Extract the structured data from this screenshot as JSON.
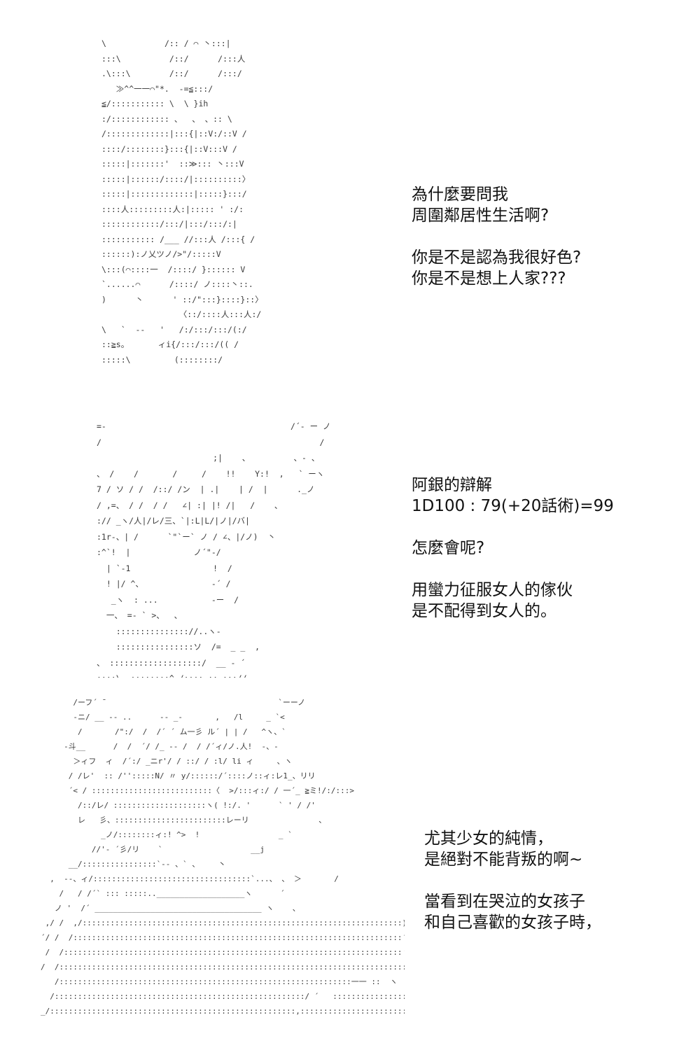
{
  "panels": [
    {
      "art": "\\            /:: / ⌒ 丶:::|\n:::\\          /::/      /:::人\n.\\:::\\        /::/      /:::/\n   ≫^^一一⌒\"*.  -=≦:::/\n≦/::::::::::: \\  \\ }ih\n:/:::::::::::: 、  、 、:: \\\n/:::::::::::::|:::{|::V:/::V /\n::::/::::::::}:::{|::V:::V /\n:::::|:::::::'  ::≫::: 丶:::V\n:::::|::::::/::::/|::::::::::〉\n:::::|:::::::::::::|:::::}:::/\n::::人:::::::::人:|::::: ' :/:\n::::::::::::/:::/|:::/:::/:|\n::::::::::: /___ //:::人 /:::{ /\n::::::):ノ乂ツノ/>\"/:::::V\n\\:::(⌒::::一  /::::/ }:::::: V\n`......⌒      /::::/ ノ::::丶::.\n)      丶      ' ::/\":::}::::}::〉\n                〈::/::::人:::人:/\n\\   `  --   '   /:/:::/:::/(:/\n::≧s。      ィi{/:::/:::/(( /\n:::::\\         (::::::::/",
      "lines": [
        "為什麼要問我",
        "周圍鄰居性生活啊?",
        "",
        "你是不是認為我很好色?",
        "你是不是想上人家???"
      ]
    },
    {
      "art": "=-                                      /´- ー ノ\n/                                             /\n                        ;|    、         、- 、\n、 /    /       /     /    !!    Y:!  ,   ` ーヽ\n7 / ソ / /  /::/ /ン  | .|    | /  |      ._ノ\n/ ,=、 / /  / /   ∠| :| |! /|   /    、\n:// _ヽ/人|/レ/三、`|:L|L/|ノ|/バ|\n:1r-、| /      `\"`ー` ノ / ∠、|/ノ)  丶\n:^`!  |             ノ´\"-/\n  | `-1                 !  /\n  ! |/ ^、              -´ /\n   _ヽ  : ...           -ー  /\n  一、 =- ` >、  、\n    ::::::::::::::://..ヽ-\n    ::::::::::::::::ソ  /=  _ _  ,\n、 :::::::::::::::::::/  __ - ´\n::::\\ _::::::::^ /:::: :: ::://",
      "lines": [
        "阿銀的辯解",
        "1D100 : 79(+20話術)=99",
        "",
        "怎麼會呢?",
        "",
        "用蠻力征服女人的傢伙",
        "是不配得到女人的。"
      ]
    },
    {
      "art": "       /ーフ´ ̄                                      `ーーノ\n       -ニ/ __ -- ..      -- _-       ,   /l     _ `<\n        /       /\":/  /  /´ ´ ム一彡 ル´ | | /   ^ヽ、`\n     -斗__      /  /  ´/ /_ -- /  / /´ィ/ノ.人!  -、-\n       ＞ィフ  ィ  /´:/ _ニr'/ / ::/ / :l/ li ィ     、ヽ\n      / /レ'  :: /'':::::N/ 〃 y/::::::/´::::ノ::ィ:レ1_、リリ\n      ´< / ::::::::::::::::::::::::::〈  >/:::ィ:/ / 一´_ ≧ミ!/:/:::>\n        /::/レ/ ::::::::::::::::::::ヽ( !:/. '      ` ' / /'\n        レ   彡、::::::::::::::::::::::::レーリ               、\n             _ノ/::::::::ィ:! ^>  !                 _ `\n           //'- ´彡/リ    `                   __j\n      __/::::::::::::::::`-- 、` 、    丶\n  ,  --、ィ/::::::::::::::::::::::::::::::::::`...、 、 ＞       /\n    /   / /´` ::: :::::..___________________ヽ      ´\n   ノ '  /´ ____________________________________ ヽ    、\n ,/ /  ,/:::::::::::::::::::::::::::::::::::::::::::::::::::::::::::::::::::::) ,\n´/ /  /:::::::::::::::::::::::::::::::::::::::::::::::::::::::::::::::::::::::´ /\n /  /:::::::::::::::::::::::::::::::::::::::::::::::::::::::::::::::::::::::::ヽ\n/  /:::::::::::::::::::::::::::::::::::::::::::::::::::::::::::::::::::::::::::`\n   /:::::::::::::::::::::::::::::::::::::::::::::::::::::::::::::::一一 ::  ヽ\n  /::::::::::::::::::::::::::::::::::::::::::::::::::::::/ ´   ::::::::::::::::::  丶\n_/:::::::::::::::::::::::::::::::::::::::::::::::::::::,::::::::::::::::::::::::::::::  \\",
      "lines": [
        "尤其少女的純情，",
        "是絕對不能背叛的啊~",
        "",
        "當看到在哭泣的女孩子",
        "和自己喜歡的女孩子時，"
      ]
    }
  ]
}
